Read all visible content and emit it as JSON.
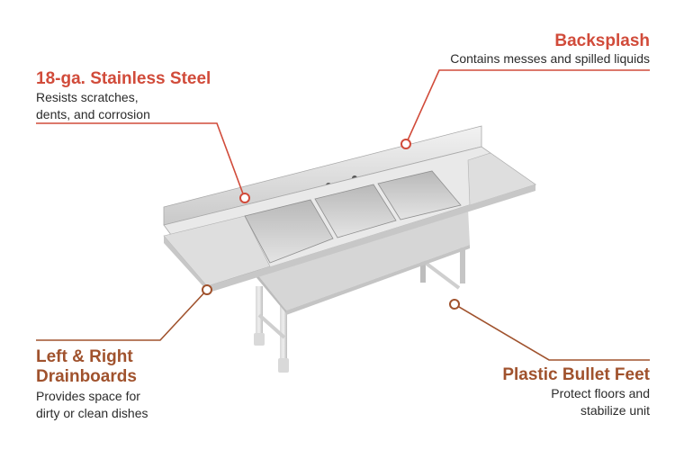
{
  "accent_colors": {
    "red": "#d14b3a",
    "brown": "#a0522d"
  },
  "callouts": {
    "steel": {
      "title": "18-ga. Stainless Steel",
      "description_lines": [
        "Resists scratches,",
        "dents, and corrosion"
      ]
    },
    "backsplash": {
      "title": "Backsplash",
      "description_lines": [
        "Contains messes and spilled liquids"
      ]
    },
    "drainboards": {
      "title_lines": [
        "Left & Right",
        "Drainboards"
      ],
      "description_lines": [
        "Provides space for",
        "dirty or clean dishes"
      ]
    },
    "feet": {
      "title": "Plastic Bullet Feet",
      "description_lines": [
        "Protect floors and",
        "stabilize unit"
      ]
    }
  }
}
